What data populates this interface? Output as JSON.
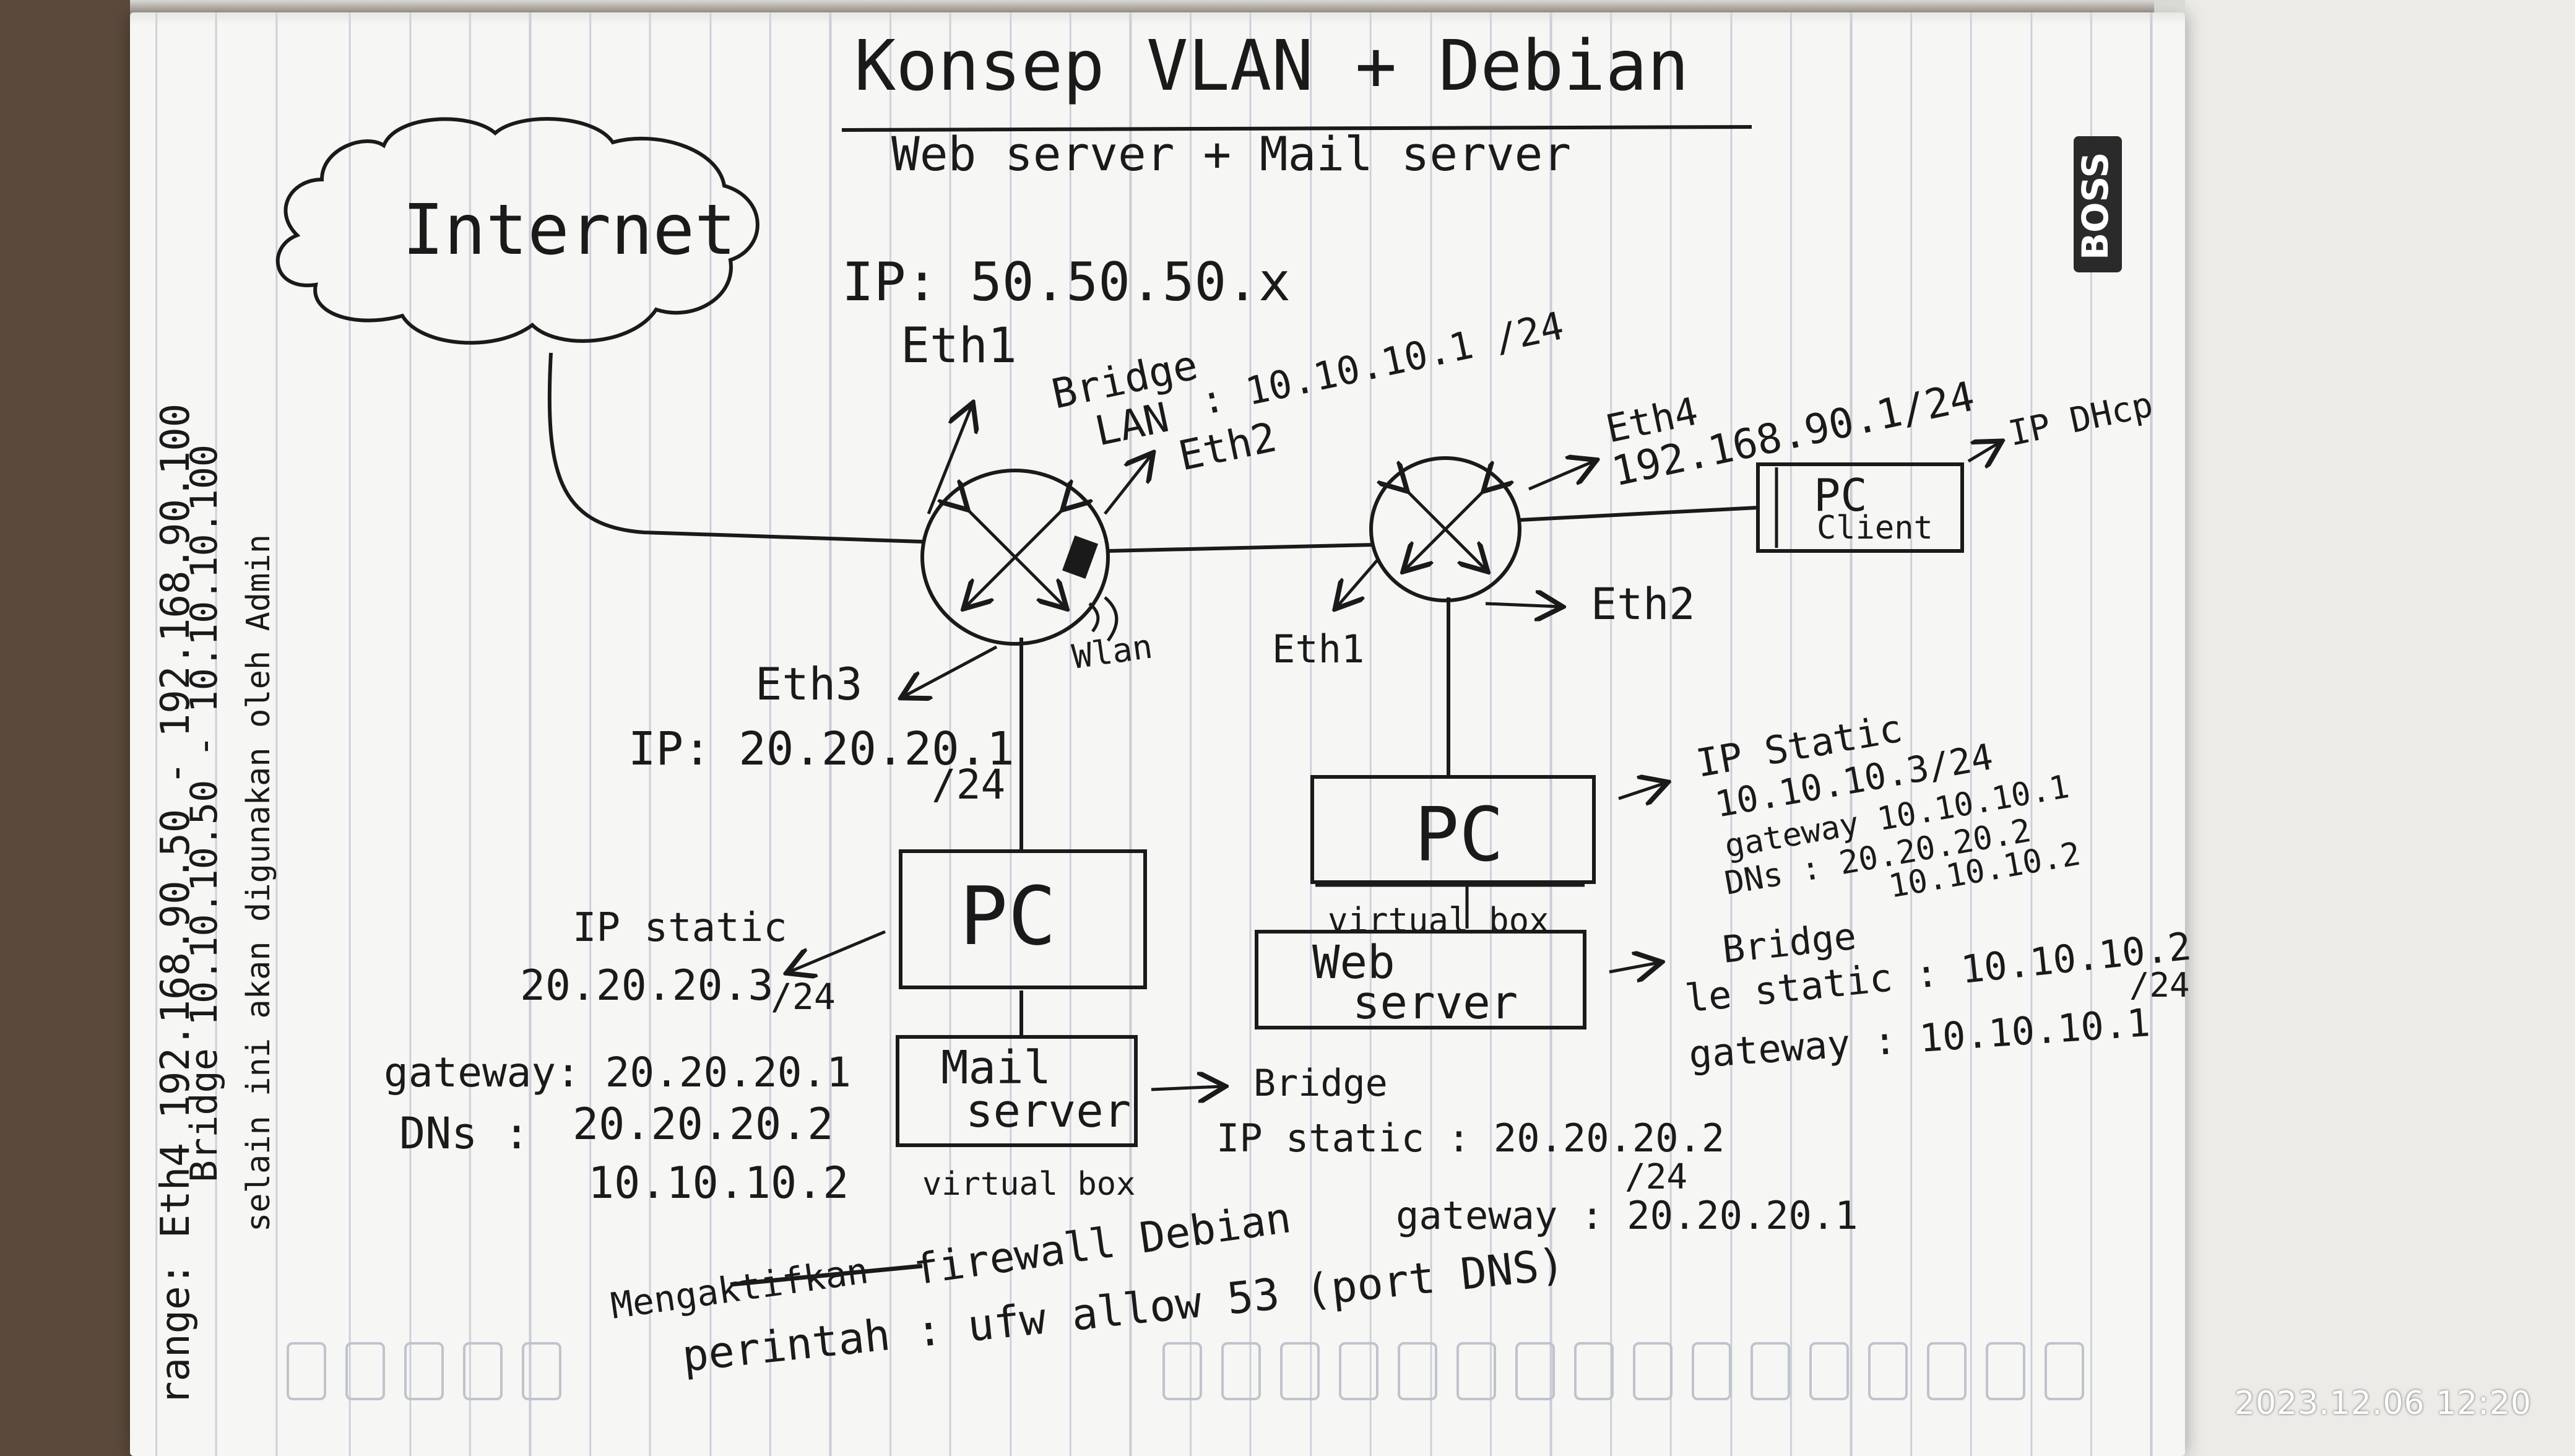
{
  "title": "Konsep VLAN + Debian",
  "subtitle": "Web server + Mail server",
  "internet": {
    "label": "Internet",
    "ip": "IP: 50.50.50.x"
  },
  "router1": {
    "eth1": "Eth1",
    "bridge_label": "Bridge",
    "lan_label": "LAN",
    "lan_ip": ": 10.10.10.1 /24",
    "eth2": "Eth2",
    "wlan": "Wlan",
    "eth3": "Eth3",
    "eth3_ip": "IP: 20.20.20.1",
    "eth3_mask": "/24"
  },
  "router2": {
    "eth4": "Eth4",
    "eth4_ip": "192.168.90.1/24",
    "eth1": "Eth1",
    "eth2": "Eth2"
  },
  "pc_client": {
    "line1": "PC",
    "line2": "Client",
    "note": "IP DHcp"
  },
  "pc_left": {
    "label": "PC",
    "ip_static": "IP static",
    "ip": "20.20.20.3",
    "mask": "/24",
    "gateway": "gateway: 20.20.20.1",
    "dns_label": "DNs :",
    "dns1": "20.20.20.2",
    "dns2": "10.10.10.2"
  },
  "mail_server": {
    "line1": "Mail",
    "line2": "server",
    "vbox": "virtual box",
    "bridge": "Bridge",
    "ip_static": "IP static : 20.20.20.2",
    "mask": "/24",
    "gateway": "gateway : 20.20.20.1"
  },
  "pc_right": {
    "label": "PC",
    "ip_static": "IP Static",
    "ip": "10.10.10.3/24",
    "gateway": "gateway 10.10.10.1",
    "dns": "DNs : 20.20.20.2",
    "dns2": "10.10.10.2"
  },
  "web_server": {
    "vbox": "virtual box",
    "line1": "Web",
    "line2": "server",
    "bridge": "Bridge",
    "ip_static": "le static : 10.10.10.2",
    "mask": "/24",
    "gateway": "gateway : 10.10.10.1"
  },
  "range_notes": {
    "line1": "range:  Eth4 192.168.90.50 - 192.168.90.100",
    "line2": "Bridge 10.10.10.50 - 10.10.10.100",
    "line3": "selain ini akan digunakan oleh Admin"
  },
  "firewall": {
    "line1_strike": "Mengaktifkan",
    "line1": "firewall Debian",
    "line2": "perintah : ufw allow 53 (port DNS)"
  },
  "notebook_logo": "BOSS",
  "timestamp": "2023.12.06 12:20",
  "colors": {
    "ink": "#1a1a1a",
    "paper": "#f6f6f4",
    "rule": "#c9cdd6"
  }
}
